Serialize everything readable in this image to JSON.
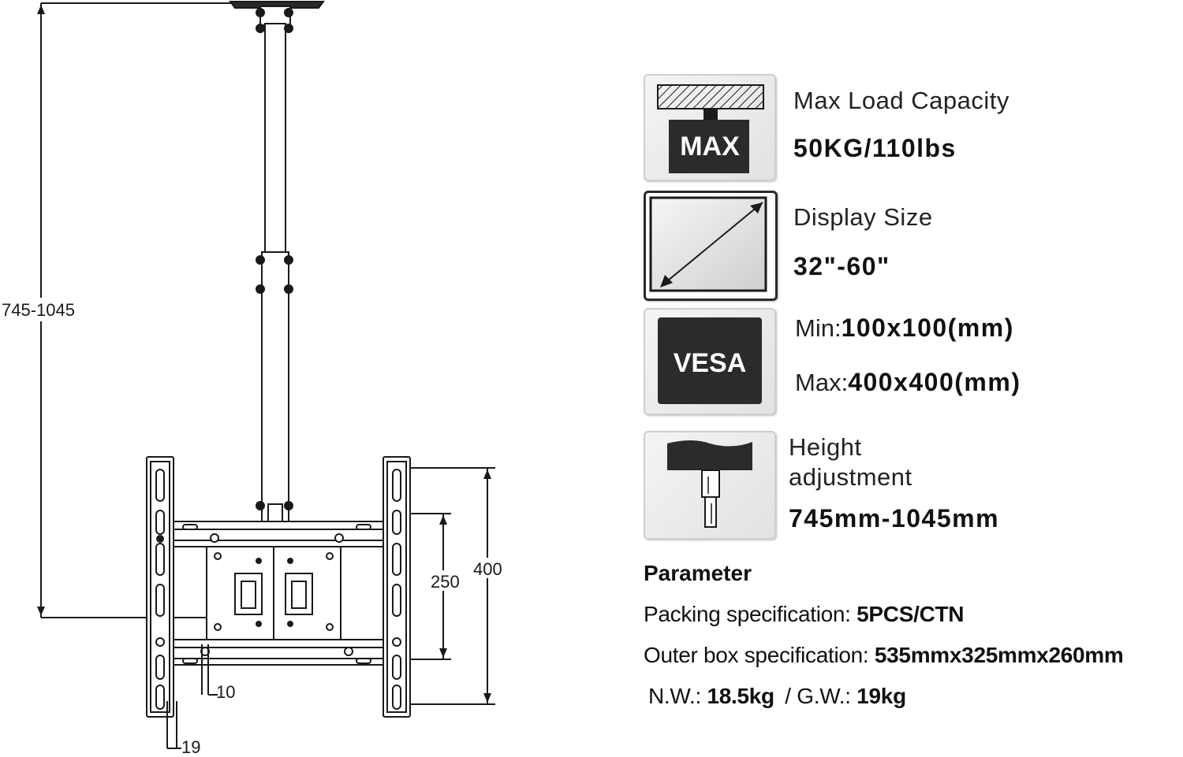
{
  "dimensions": {
    "pole_height": "745-1045",
    "vesa_inner": "250",
    "vesa_outer": "400",
    "offset_a": "10",
    "offset_b": "19"
  },
  "specs": {
    "load": {
      "label": "Max Load Capacity",
      "value": "50KG/110lbs",
      "badge": "MAX"
    },
    "display": {
      "label": "Display Size",
      "value": "32\"-60\""
    },
    "vesa": {
      "badge": "VESA",
      "min_label": "Min:",
      "min_value": "100x100(mm)",
      "max_label": "Max:",
      "max_value": "400x400(mm)"
    },
    "height": {
      "label_line1": "Height",
      "label_line2": "adjustment",
      "value": "745mm-1045mm"
    }
  },
  "parameters": {
    "heading": "Parameter",
    "packing_label": "Packing specification:",
    "packing_value": "5PCS/CTN",
    "outer_label": "Outer box specification:",
    "outer_value": "535mmx325mmx260mm",
    "nw_label": "N.W.:",
    "nw_value": "18.5kg",
    "gw_label": "/ G.W.:",
    "gw_value": "19kg"
  },
  "icons": {
    "load": "ceiling-weight-icon",
    "display": "diagonal-screen-icon",
    "vesa": "vesa-badge-icon",
    "height": "telescopic-pole-icon"
  }
}
